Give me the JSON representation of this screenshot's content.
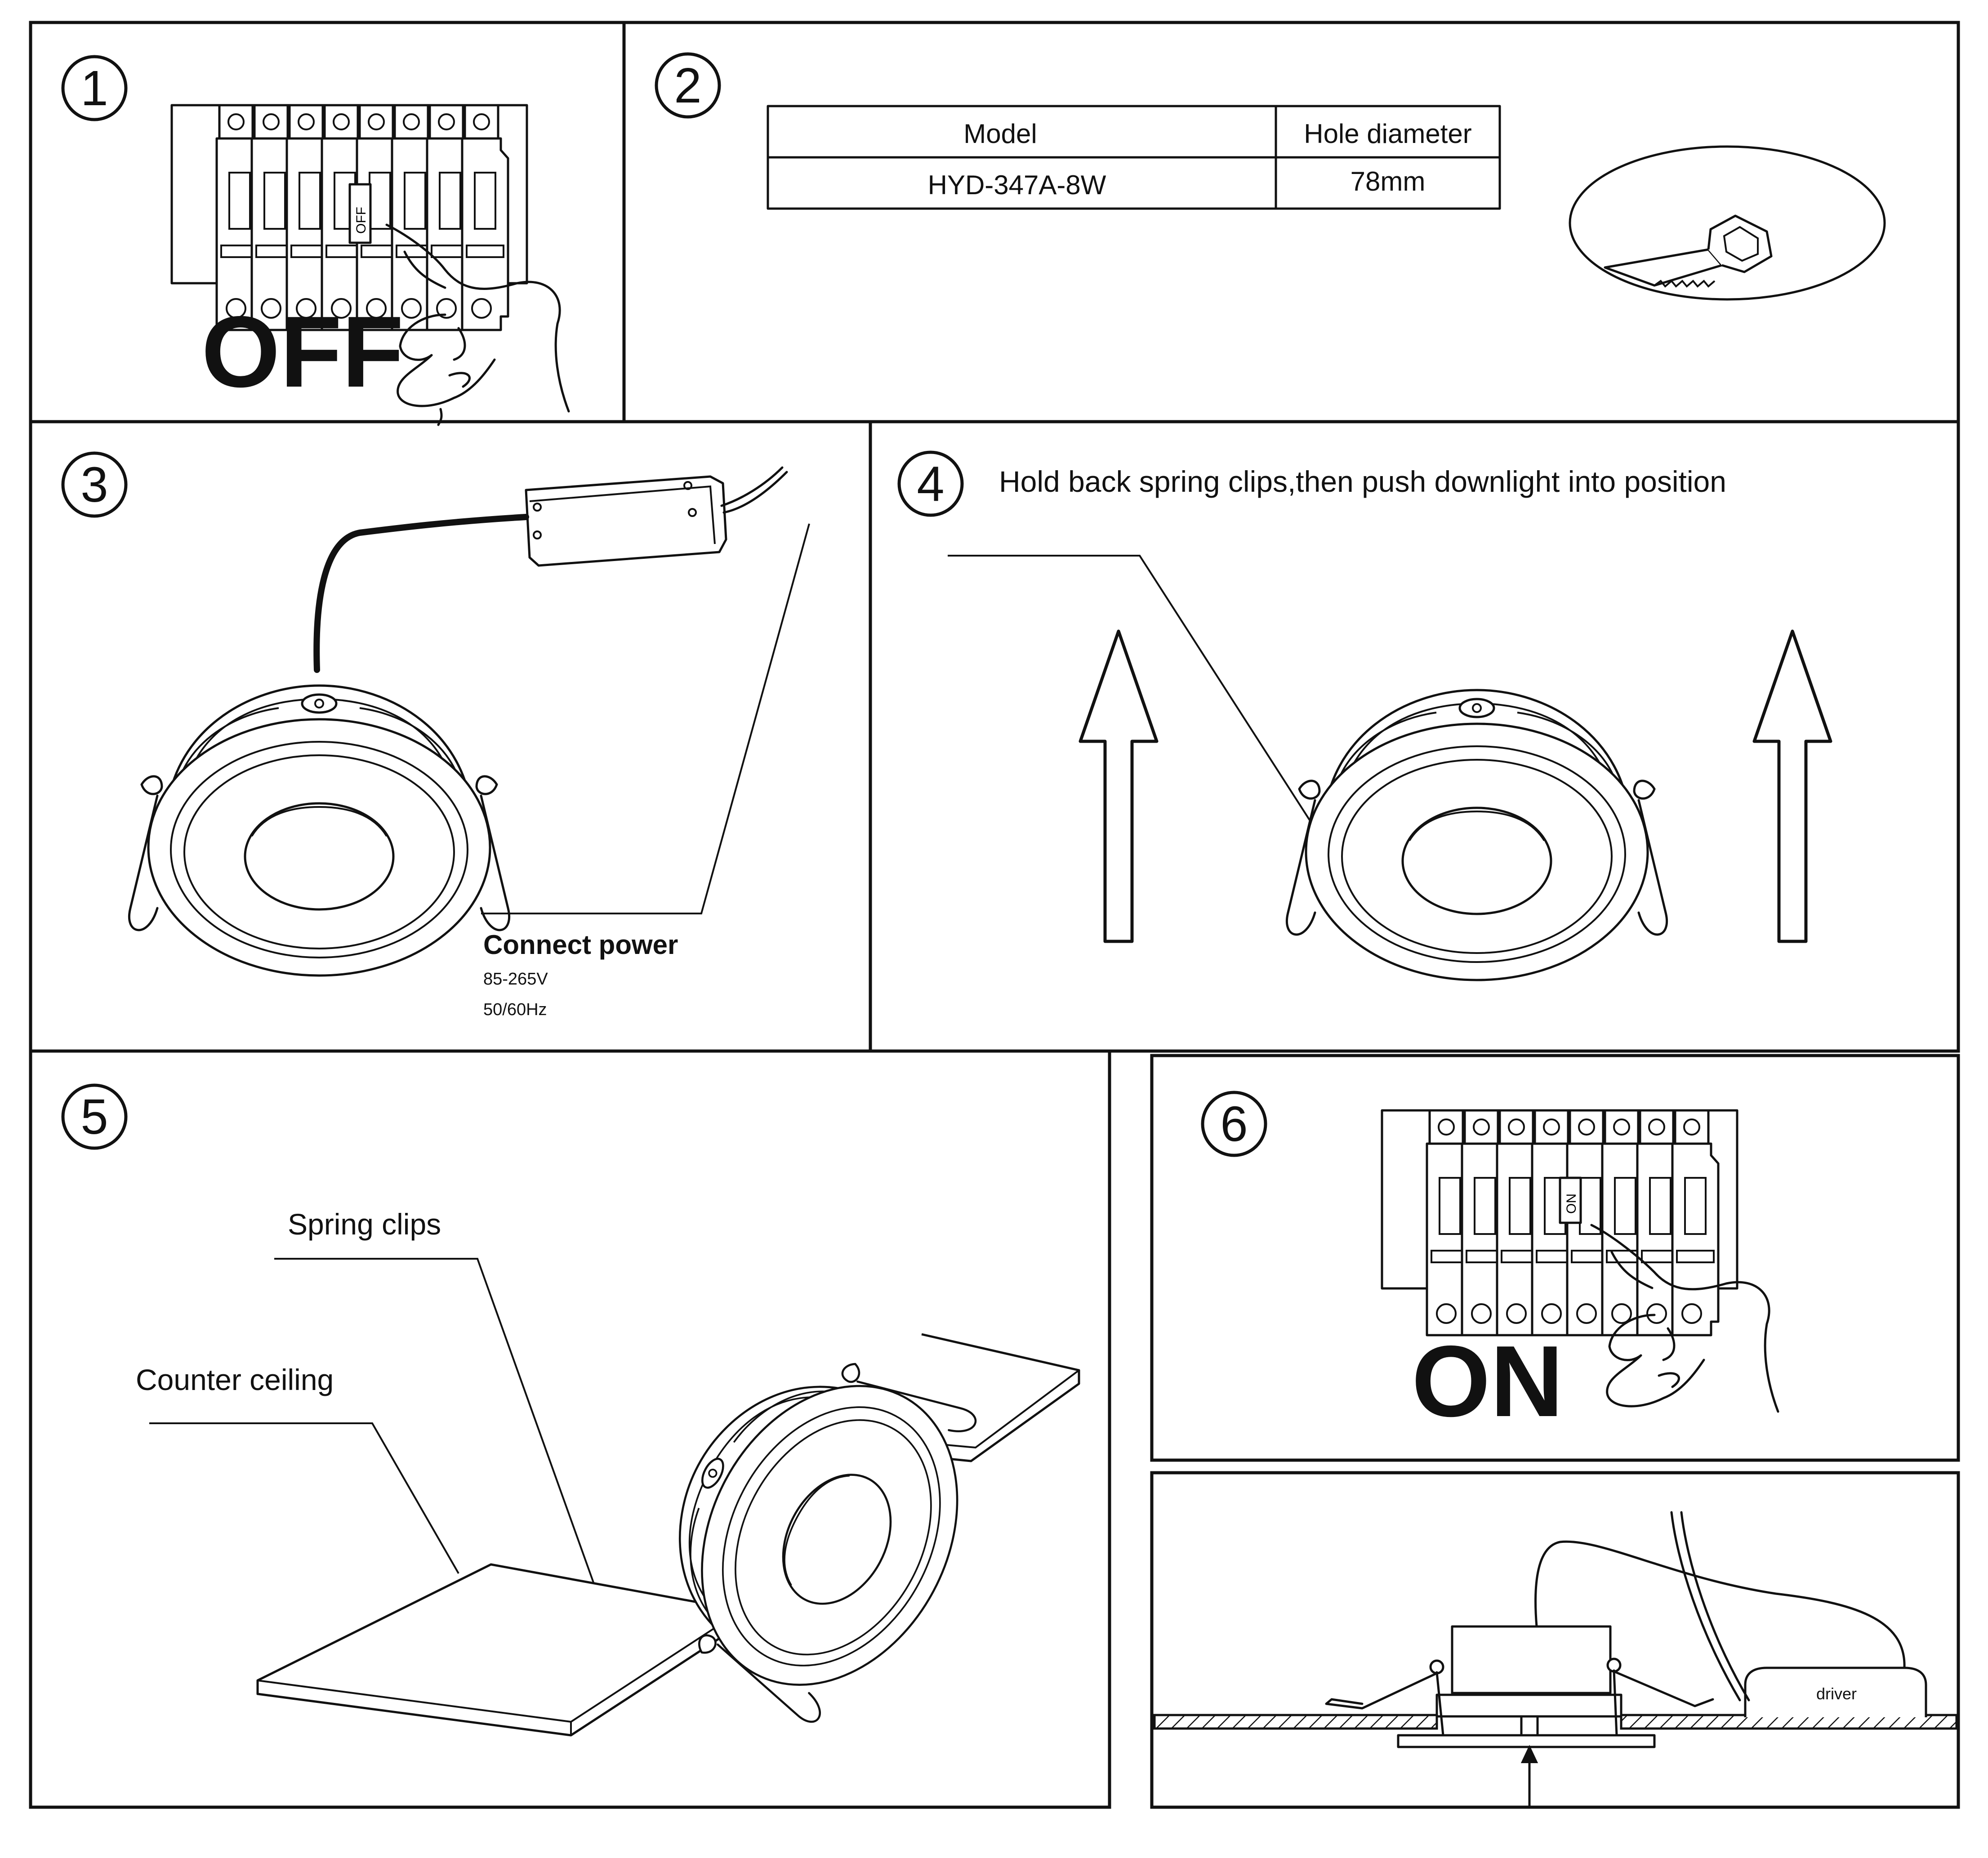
{
  "steps": {
    "s1": {
      "number": "1",
      "label": "OFF",
      "switch_label": "OFF"
    },
    "s2": {
      "number": "2",
      "table": {
        "headers": [
          "Model",
          "Hole diameter"
        ],
        "row": [
          "HYD-347A-8W",
          "78mm"
        ]
      }
    },
    "s3": {
      "number": "3",
      "title": "Connect power",
      "voltage": "85-265V",
      "frequency": "50/60Hz"
    },
    "s4": {
      "number": "4",
      "instruction": "Hold back spring clips,then push downlight into position"
    },
    "s5": {
      "number": "5",
      "spring_label": "Spring clips",
      "ceiling_label": "Counter ceiling"
    },
    "s6": {
      "number": "6",
      "label": "ON",
      "switch_label": "ON"
    },
    "s7": {
      "driver_label": "driver"
    }
  },
  "icons": [
    "breaker-panel-icon",
    "hand-icon",
    "saw-icon",
    "downlight-icon",
    "driver-icon",
    "up-arrow-icon",
    "ceiling-panel-icon"
  ]
}
